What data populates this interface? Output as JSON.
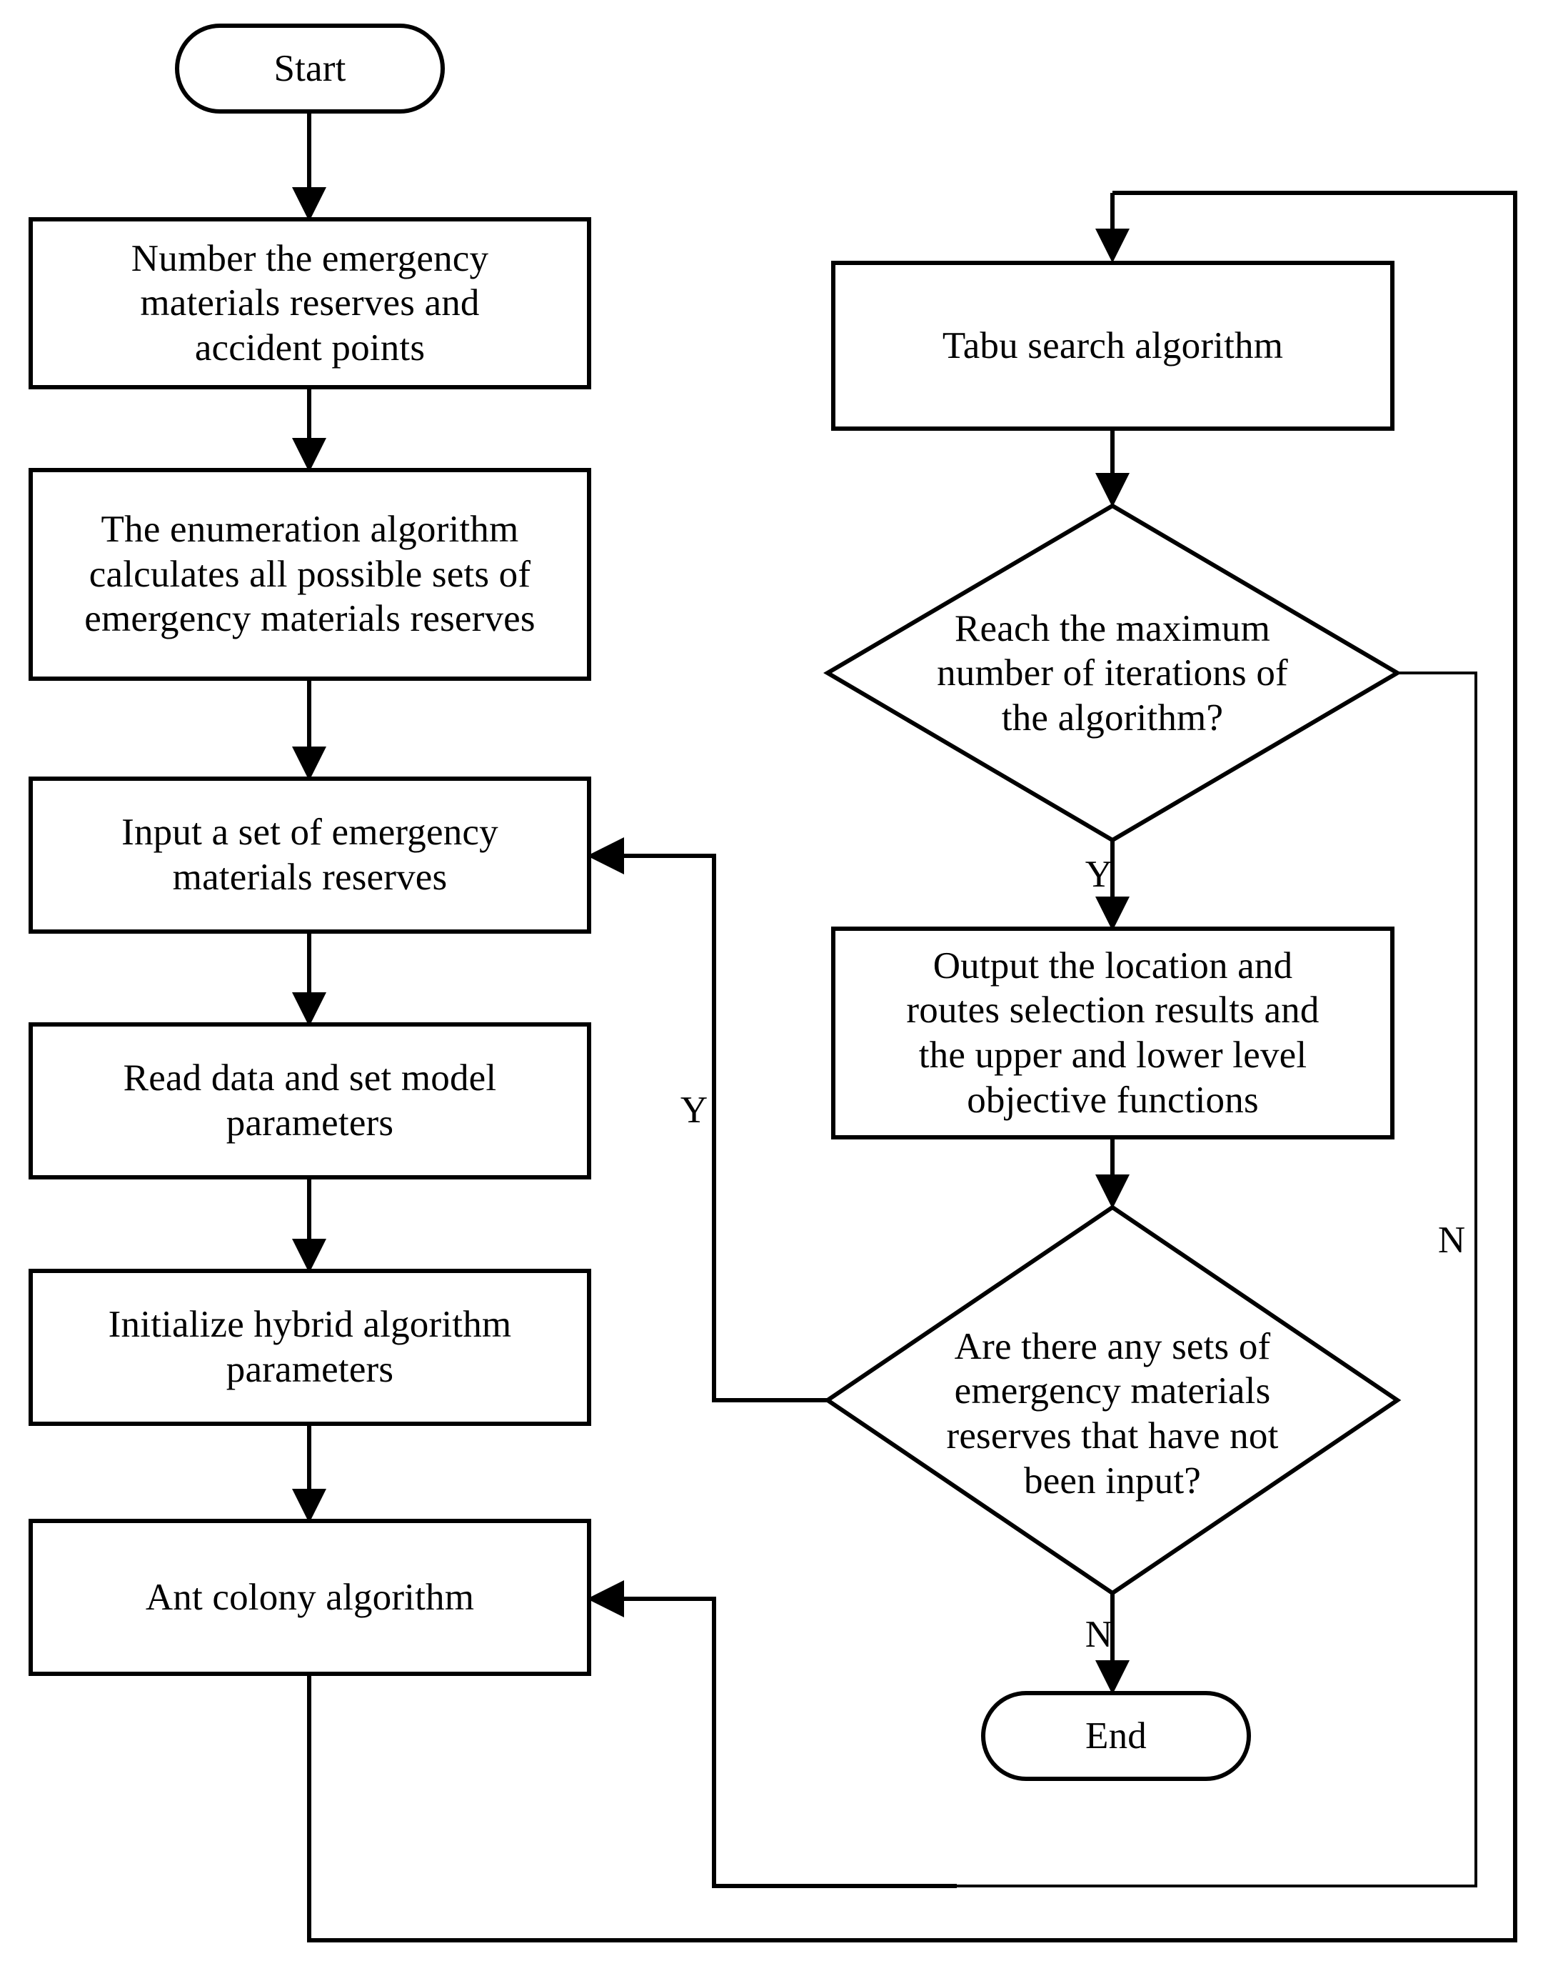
{
  "diagram": {
    "title": "Hybrid ant colony - tabu search algorithm flowchart",
    "type": "flowchart",
    "colors": {
      "stroke": "#000000",
      "fill": "#ffffff",
      "text": "#000000"
    },
    "nodes": [
      {
        "id": "start",
        "shape": "terminator",
        "label": "Start"
      },
      {
        "id": "number",
        "shape": "process",
        "label": "Number the emergency\nmaterials reserves and\naccident points"
      },
      {
        "id": "enumeration",
        "shape": "process",
        "label": "The enumeration algorithm\ncalculates all possible sets of\nemergency materials reserves"
      },
      {
        "id": "input-set",
        "shape": "process",
        "label": "Input a set of emergency\nmaterials reserves"
      },
      {
        "id": "read-data",
        "shape": "process",
        "label": "Read data and set model\nparameters"
      },
      {
        "id": "initialize",
        "shape": "process",
        "label": "Initialize hybrid algorithm\nparameters"
      },
      {
        "id": "ant-colony",
        "shape": "process",
        "label": "Ant colony algorithm"
      },
      {
        "id": "tabu-search",
        "shape": "process",
        "label": "Tabu search algorithm"
      },
      {
        "id": "max-iter",
        "shape": "decision",
        "label": "Reach the maximum\nnumber of iterations of\nthe algorithm?"
      },
      {
        "id": "output",
        "shape": "process",
        "label": "Output the location and\nroutes selection results and\nthe upper and lower level\nobjective functions"
      },
      {
        "id": "any-sets",
        "shape": "decision",
        "label": "Are there any sets of\nemergency materials\nreserves that have not\nbeen input?"
      },
      {
        "id": "end",
        "shape": "terminator",
        "label": "End"
      }
    ],
    "edge_labels": {
      "max_iter_yes": "Y",
      "max_iter_no": "N",
      "any_sets_yes": "Y",
      "any_sets_no": "N"
    },
    "edges": [
      {
        "from": "start",
        "to": "number",
        "label": ""
      },
      {
        "from": "number",
        "to": "enumeration",
        "label": ""
      },
      {
        "from": "enumeration",
        "to": "input-set",
        "label": ""
      },
      {
        "from": "input-set",
        "to": "read-data",
        "label": ""
      },
      {
        "from": "read-data",
        "to": "initialize",
        "label": ""
      },
      {
        "from": "initialize",
        "to": "ant-colony",
        "label": ""
      },
      {
        "from": "ant-colony",
        "to": "tabu-search",
        "label": ""
      },
      {
        "from": "tabu-search",
        "to": "max-iter",
        "label": ""
      },
      {
        "from": "max-iter",
        "to": "output",
        "label": "Y"
      },
      {
        "from": "max-iter",
        "to": "tabu-search",
        "label": "N"
      },
      {
        "from": "output",
        "to": "any-sets",
        "label": ""
      },
      {
        "from": "any-sets",
        "to": "input-set",
        "label": "Y"
      },
      {
        "from": "any-sets",
        "to": "end",
        "label": "N"
      }
    ]
  }
}
